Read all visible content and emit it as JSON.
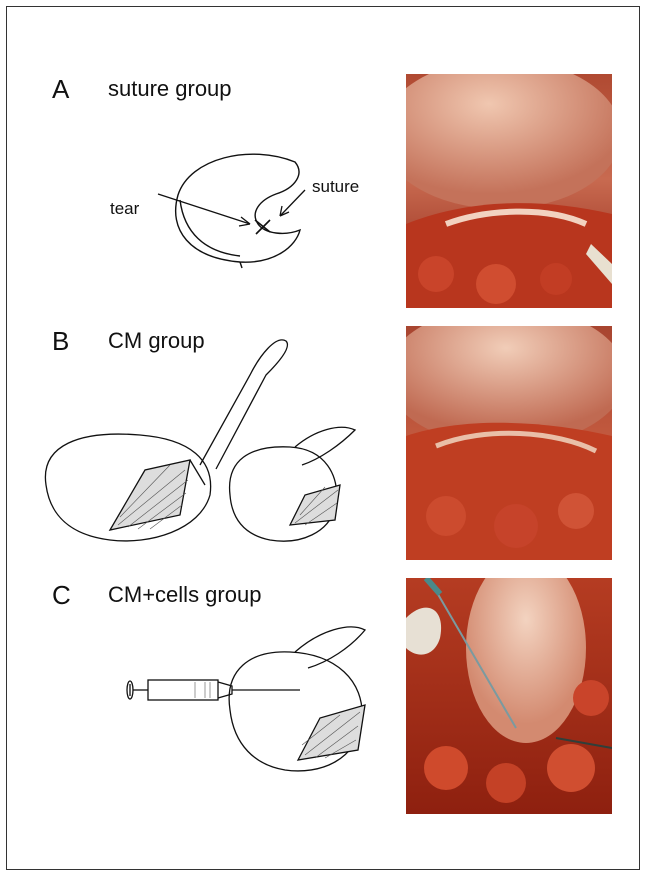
{
  "panels": [
    {
      "letter": "A",
      "title": "suture group",
      "labels": {
        "tear": "tear",
        "suture": "suture"
      },
      "photo_icon": "surgical-photo"
    },
    {
      "letter": "B",
      "title": "CM group",
      "photo_icon": "surgical-photo"
    },
    {
      "letter": "C",
      "title": "CM+cells group",
      "photo_icon": "surgical-photo"
    }
  ],
  "colors": {
    "tissue_dark": "#8a1f10",
    "tissue_mid": "#c8452a",
    "tissue_light": "#e89a7a",
    "cartilage": "#f3d6c8",
    "ink": "#111111"
  }
}
